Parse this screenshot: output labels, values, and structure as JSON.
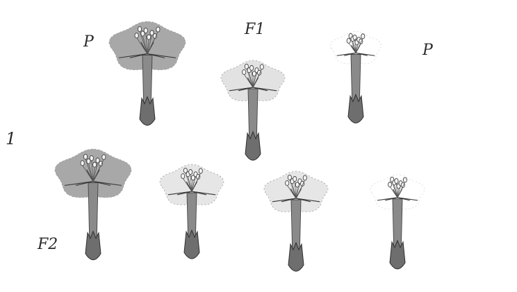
{
  "labels": {
    "figure_number": "1",
    "parent_left": "P",
    "f1": "F1",
    "parent_right": "P",
    "f2": "F2"
  },
  "flowers": [
    {
      "name": "parent-dark",
      "shade": "#a8a8a8"
    },
    {
      "name": "f1-hybrid",
      "shade": "#e2e2e2"
    },
    {
      "name": "parent-white",
      "shade": "#ffffff"
    },
    {
      "name": "f2-dark",
      "shade": "#a8a8a8"
    },
    {
      "name": "f2-light",
      "shade": "#e6e6e6"
    },
    {
      "name": "f2-pale",
      "shade": "#e6e6e6"
    },
    {
      "name": "f2-white",
      "shade": "#ffffff"
    }
  ]
}
